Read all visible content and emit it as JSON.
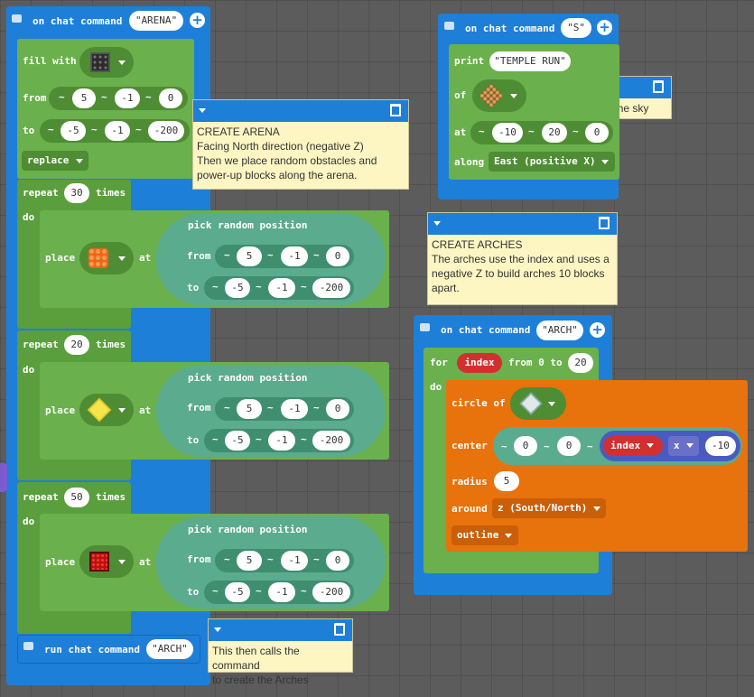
{
  "arena": {
    "header_label": "on chat command",
    "command": "ARENA",
    "fill_label": "fill with",
    "from_label": "from",
    "from": [
      "5",
      "-1",
      "0"
    ],
    "to_label": "to",
    "to": [
      "-5",
      "-1",
      "-200"
    ],
    "mode": "replace",
    "repeats": [
      {
        "repeat_label": "repeat",
        "count": "30",
        "times_label": "times",
        "do_label": "do",
        "place_label": "place",
        "at_label": "at",
        "pick_label": "pick random position",
        "from_label": "from",
        "from": [
          "5",
          "-1",
          "0"
        ],
        "to_label": "to",
        "to": [
          "-5",
          "-1",
          "-200"
        ],
        "block_icon": "orange-ore-block-icon"
      },
      {
        "repeat_label": "repeat",
        "count": "20",
        "times_label": "times",
        "do_label": "do",
        "place_label": "place",
        "at_label": "at",
        "pick_label": "pick random position",
        "from_label": "from",
        "from": [
          "5",
          "-1",
          "0"
        ],
        "to_label": "to",
        "to": [
          "-5",
          "-1",
          "-200"
        ],
        "block_icon": "gold-block-icon"
      },
      {
        "repeat_label": "repeat",
        "count": "50",
        "times_label": "times",
        "do_label": "do",
        "place_label": "place",
        "at_label": "at",
        "pick_label": "pick random position",
        "from_label": "from",
        "from": [
          "5",
          "-1",
          "0"
        ],
        "to_label": "to",
        "to": [
          "-5",
          "-1",
          "-200"
        ],
        "block_icon": "redstone-block-icon"
      }
    ],
    "run_label": "run chat command",
    "run_command": "ARCH"
  },
  "s_block": {
    "header_label": "on chat command",
    "command": "S",
    "print_label": "print",
    "print_text": "TEMPLE RUN",
    "of_label": "of",
    "at_label": "at",
    "at": [
      "-10",
      "20",
      "0"
    ],
    "along_label": "along",
    "along_value": "East (positive X)"
  },
  "arch_block": {
    "header_label": "on chat command",
    "command": "ARCH",
    "for_label": "for",
    "var": "index",
    "from_label": "from 0 to",
    "to_value": "20",
    "do_label": "do",
    "circle_label": "circle of",
    "center_label": "center",
    "center": [
      "0",
      "0"
    ],
    "center_var": "index",
    "op": "x",
    "mult": "-10",
    "radius_label": "radius",
    "radius": "5",
    "around_label": "around",
    "around_value": "z (South/North)",
    "mode": "outline"
  },
  "comments": {
    "arena": [
      "CREATE ARENA",
      "Facing North direction (negative Z)",
      "Then we place random obstacles and",
      "power-up blocks along the arena."
    ],
    "sign": [
      "Create a sign in the sky"
    ],
    "arches": [
      "CREATE ARCHES",
      "The arches use the index and uses a",
      "negative Z to build arches 10 blocks",
      "apart."
    ],
    "calls": [
      "This then calls the command",
      "to create the Arches"
    ]
  },
  "colors": {
    "event": "#1e7fd8",
    "loop": "#6ab04c",
    "shape": "#e8720c",
    "position": "#5bab8e",
    "variable": "#d32f2f",
    "comment": "#fdf6c3"
  }
}
